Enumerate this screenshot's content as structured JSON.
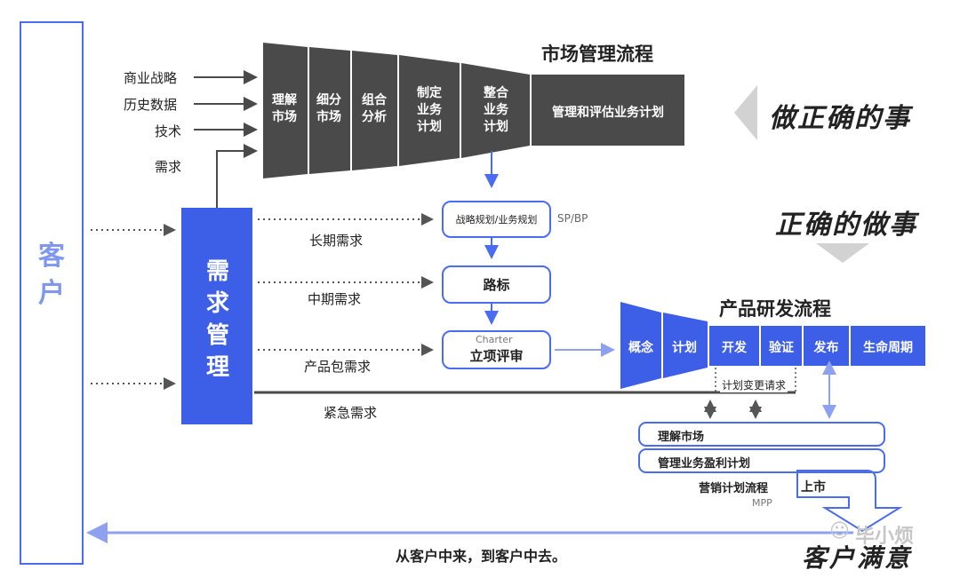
{
  "customer_label": "客户",
  "demand_mgmt_label": "需求管理",
  "market": {
    "title": "市场管理流程",
    "inputs": [
      "商业战略",
      "历史数据",
      "技术",
      "需求"
    ],
    "steps": [
      "理解市场",
      "细分市场",
      "组合分析",
      "制定业务计划",
      "整合业务计划",
      "管理和评估业务计划"
    ]
  },
  "slogans": {
    "do_right_things": "做正确的事",
    "do_things_right": "正确的做事"
  },
  "demands": {
    "long": "长期需求",
    "mid": "中期需求",
    "package": "产品包需求",
    "urgent": "紧急需求"
  },
  "planning": {
    "strategy": "战略规划/业务规划",
    "strategy_tag": "SP/BP",
    "roadmap": "路标",
    "charter_tag": "Charter",
    "charter": "立项评审"
  },
  "product": {
    "title": "产品研发流程",
    "steps": [
      "概念",
      "计划",
      "开发",
      "验证",
      "发布",
      "生命周期"
    ],
    "change_request": "计划变更请求"
  },
  "marketing": {
    "bars": [
      "理解市场",
      "管理业务盈利计划"
    ],
    "mpp_label": "营销计划流程",
    "mpp_tag": "MPP",
    "launch": "上市"
  },
  "satisfaction": "客户满意",
  "footer": "从客户中来，到客户中去。",
  "watermark": "毕小烦",
  "colors": {
    "blue": "#3d5fe8",
    "dark": "#4a4a4a",
    "arrow_blue": "#7b92ef",
    "grey_chevron": "#d2d2d2"
  }
}
